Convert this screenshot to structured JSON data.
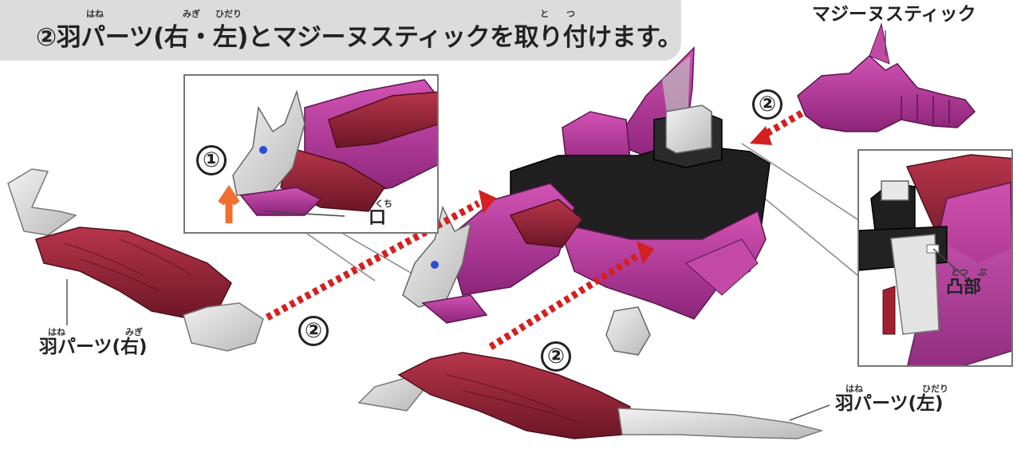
{
  "instruction": {
    "step_marker": "②",
    "text": "羽パーツ(右・左)とマジーヌスティックを取り付けます。",
    "furigana": {
      "hane": "はね",
      "migi": "みぎ",
      "hidari": "ひだり",
      "to": "と",
      "tsu": "つ"
    }
  },
  "labels": {
    "majine_stick": "マジーヌスティック",
    "kuchi": "口",
    "kuchi_furigana": "くち",
    "totsubu": "凸部",
    "totsubu_furigana_to": "とつ",
    "totsubu_furigana_bu": "ぶ",
    "wing_right": "羽パーツ(右)",
    "wing_right_furigana_hane": "はね",
    "wing_right_furigana_migi": "みぎ",
    "wing_left": "羽パーツ(左)",
    "wing_left_furigana_hane": "はね",
    "wing_left_furigana_hidari": "ひだり"
  },
  "steps": {
    "one": "①",
    "two": "②"
  },
  "colors": {
    "banner": "#dcdcdc",
    "magenta": "#b5309a",
    "magenta_dark": "#7a1f6a",
    "crimson": "#9c2233",
    "crimson_dark": "#5d1420",
    "silver": "#d8d8d8",
    "arrow_red": "#d42020",
    "arrow_orange": "#f07030",
    "black_part": "#1d1d1d"
  }
}
